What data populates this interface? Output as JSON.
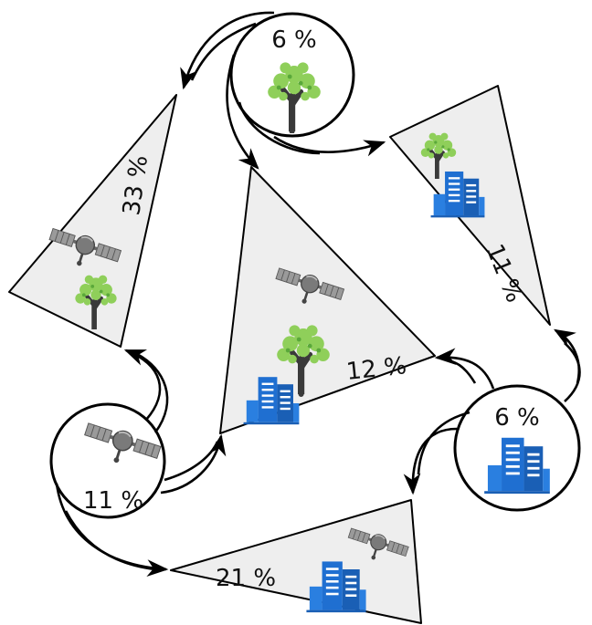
{
  "nodes": {
    "circle_tree": {
      "label": "6 %",
      "icon": "tree-icon"
    },
    "circle_building": {
      "label": "6 %",
      "icon": "building-icon"
    },
    "circle_satellite": {
      "label": "11 %",
      "icon": "satellite-icon"
    },
    "tri_left": {
      "label": "33 %",
      "icons": [
        "satellite-icon",
        "tree-icon"
      ]
    },
    "tri_right": {
      "label": "11 %",
      "icons": [
        "tree-icon",
        "building-icon"
      ]
    },
    "tri_bottom": {
      "label": "21 %",
      "icons": [
        "satellite-icon",
        "building-icon"
      ]
    },
    "tri_center": {
      "label": "12 %",
      "icons": [
        "satellite-icon",
        "tree-icon",
        "building-icon"
      ]
    }
  },
  "colors": {
    "triangle_fill": "#eeeeee",
    "line": "#000000",
    "building": "#1f6fd1",
    "foliage": "#8fcf5a",
    "trunk": "#3a3a3a",
    "satellite": "#8a8a8a"
  }
}
